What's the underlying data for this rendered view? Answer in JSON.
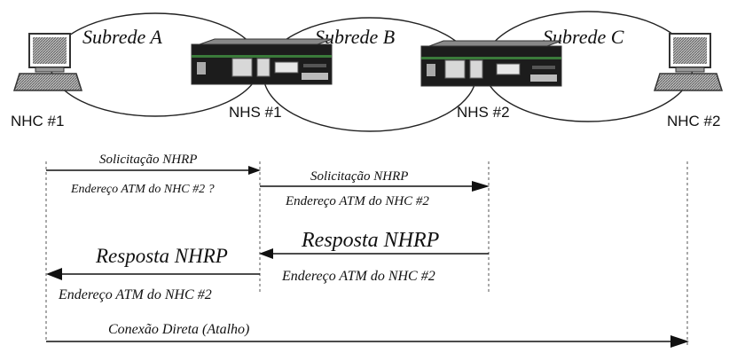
{
  "subnets": [
    {
      "label": "Subrede A"
    },
    {
      "label": "Subrede B"
    },
    {
      "label": "Subrede C"
    }
  ],
  "nodes": {
    "nhc1": {
      "label": "NHC #1"
    },
    "nhs1": {
      "label": "NHS #1"
    },
    "nhs2": {
      "label": "NHS #2"
    },
    "nhc2": {
      "label": "NHC #2"
    }
  },
  "messages": {
    "req1_title": "Solicitação NHRP",
    "req1_detail": "Endereço ATM do NHC #2 ?",
    "req2_title": "Solicitação NHRP",
    "req2_detail": "Endereço ATM do NHC #2",
    "resp1_title": "Resposta NHRP",
    "resp1_detail": "Endereço ATM do NHC #2",
    "resp2_title": "Resposta NHRP",
    "resp2_detail": "Endereço ATM do NHC #2",
    "direct": "Conexão Direta (Atalho)"
  }
}
